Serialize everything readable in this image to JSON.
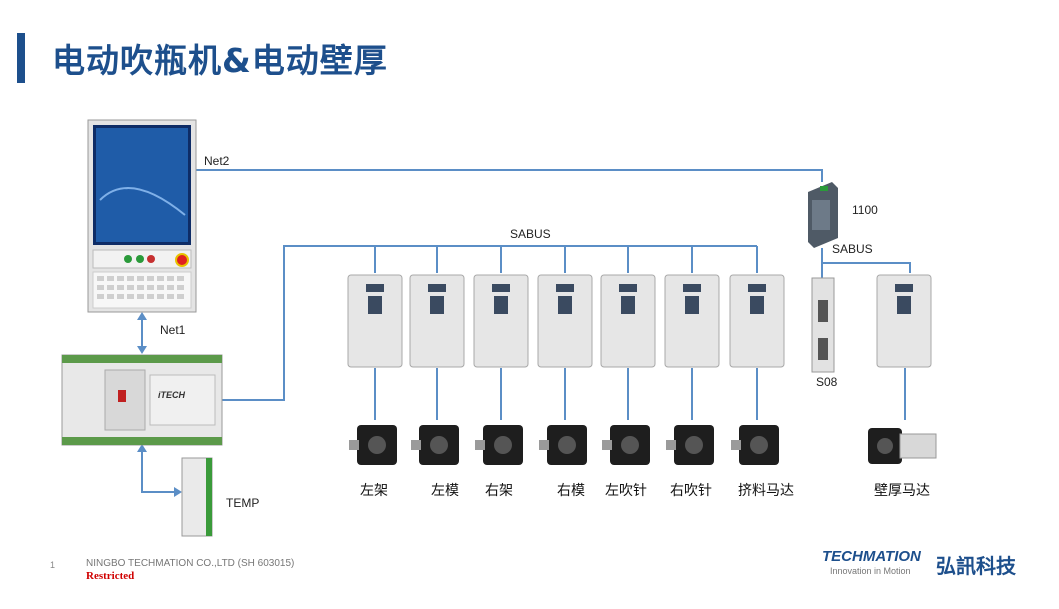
{
  "page": {
    "title": "电动吹瓶机&电动壁厚"
  },
  "diagram": {
    "links": {
      "net2": "Net2",
      "net1": "Net1",
      "sabus_main": "SABUS",
      "sabus_sub": "SABUS",
      "temp": "TEMP"
    },
    "devices": {
      "module_1100": "1100",
      "module_s08": "S08"
    },
    "motors": [
      "左架",
      "左模",
      "右架",
      "右模",
      "左吹针",
      "右吹针",
      "挤料马达"
    ],
    "wall_motor": "壁厚马达"
  },
  "footer": {
    "page_number": "1",
    "company": "NINGBO TECHMATION CO.,LTD (SH 603015)",
    "classification": "Restricted",
    "logo_en": "TECHMATION",
    "logo_tagline": "Innovation in Motion",
    "logo_cn": "弘訊科技"
  },
  "colors": {
    "brand": "#1d4f8c",
    "line": "#5b8ec6",
    "restricted": "#d00000"
  }
}
